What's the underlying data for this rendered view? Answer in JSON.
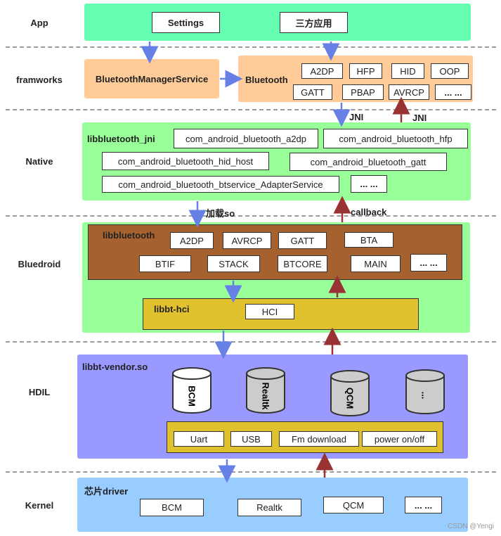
{
  "layers": {
    "app": "App",
    "frameworks": "framworks",
    "native": "Native",
    "bluedroid": "Bluedroid",
    "hdil": "HDIL",
    "kernel": "Kernel"
  },
  "app": {
    "settings": "Settings",
    "third_party": "三方应用"
  },
  "frameworks": {
    "manager_service": "BluetoothManagerService",
    "bluetooth_title": "Bluetooth",
    "profiles": [
      "A2DP",
      "HFP",
      "HID",
      "OOP",
      "GATT",
      "PBAP",
      "AVRCP",
      "... ..."
    ]
  },
  "jni_labels": {
    "down": "JNI",
    "up": "JNI"
  },
  "native": {
    "title": "libbluetooth_jni",
    "modules": [
      "com_android_bluetooth_a2dp",
      "com_android_bluetooth_hfp",
      "com_android_bluetooth_hid_host",
      "com_android_bluetooth_gatt",
      "com_android_bluetooth_btservice_AdapterService",
      "... ..."
    ]
  },
  "native_arrows": {
    "down": "加载so",
    "up": "callback"
  },
  "bluedroid": {
    "libbluetooth_title": "libbluetooth",
    "modules": [
      "A2DP",
      "AVRCP",
      "GATT",
      "BTA",
      "BTIF",
      "STACK",
      "BTCORE",
      "MAIN",
      "... ..."
    ],
    "hci_title": "libbt-hci",
    "hci_box": "HCI"
  },
  "hdil": {
    "title": "libbt-vendor.so",
    "vendors": [
      "BCM",
      "Realtk",
      "QCM",
      "..."
    ],
    "functions": [
      "Uart",
      "USB",
      "Fm download",
      "power on/off"
    ]
  },
  "kernel": {
    "title": "芯片driver",
    "drivers": [
      "BCM",
      "Realtk",
      "QCM",
      "... ..."
    ]
  },
  "watermark": "CSDN @Yengi",
  "colors": {
    "app_panel": "#66ffb2",
    "frameworks_panel": "#ffcc99",
    "native_panel": "#99ff99",
    "libbluetooth_panel": "#a5622f",
    "hci_panel": "#e0c22e",
    "hdil_panel": "#9999ff",
    "kernel_panel": "#99ccff",
    "arrow_down": "#6680e6",
    "arrow_up": "#993333"
  }
}
